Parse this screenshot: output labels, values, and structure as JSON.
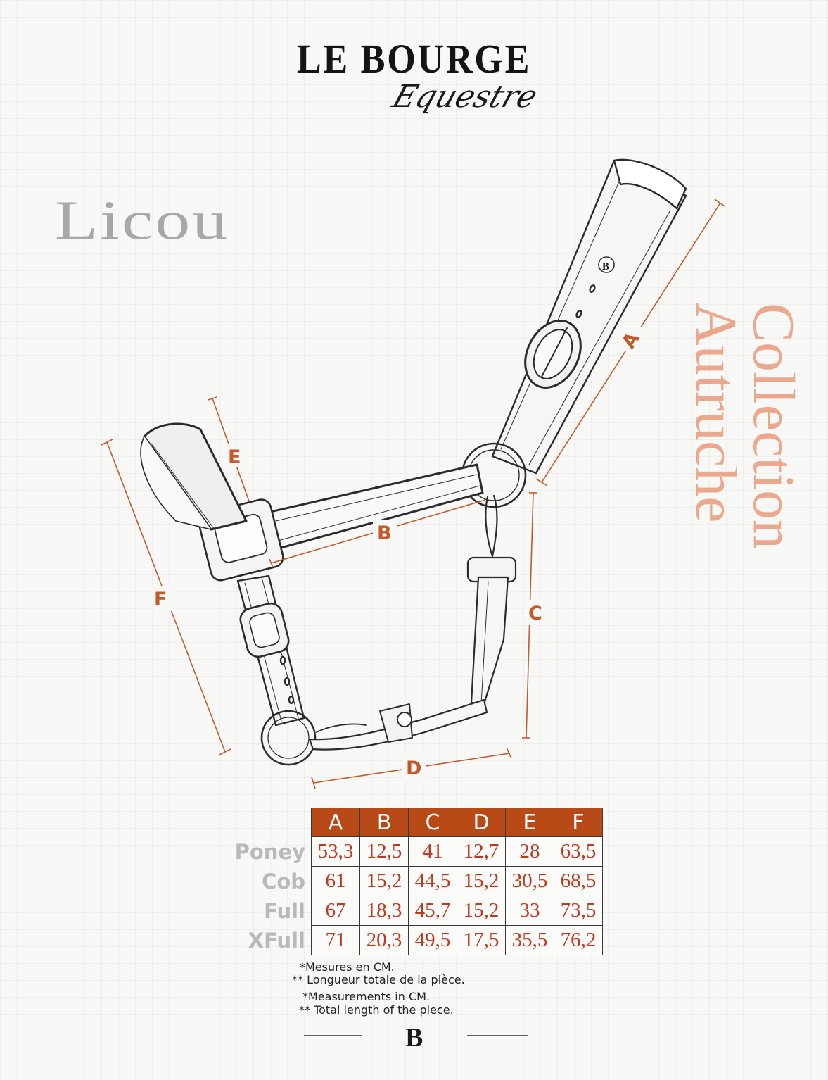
{
  "brand": {
    "name": "LE BOURGE",
    "subtitle": "Equestre",
    "monogram": "B"
  },
  "title": "Licou",
  "collection": {
    "line1": "Collection",
    "line2": "Autruche"
  },
  "diagram": {
    "dimension_labels": [
      "A",
      "B",
      "C",
      "D",
      "E",
      "F"
    ],
    "accent_color": "#c25a2a",
    "line_color": "#2b2b2b"
  },
  "table": {
    "columns": [
      "A",
      "B",
      "C",
      "D",
      "E",
      "F"
    ],
    "rows": [
      {
        "label": "Poney",
        "values": [
          "53,3",
          "12,5",
          "41",
          "12,7",
          "28",
          "63,5"
        ]
      },
      {
        "label": "Cob",
        "values": [
          "61",
          "15,2",
          "44,5",
          "15,2",
          "30,5",
          "68,5"
        ]
      },
      {
        "label": "Full",
        "values": [
          "67",
          "18,3",
          "45,7",
          "15,2",
          "33",
          "73,5"
        ]
      },
      {
        "label": "XFull",
        "values": [
          "71",
          "20,3",
          "49,5",
          "17,5",
          "35,5",
          "76,2"
        ]
      }
    ],
    "header_color": "#b84a18",
    "value_color": "#c0391f"
  },
  "notes": {
    "fr1": "*Mesures en CM.",
    "fr2": "** Longueur totale de la pièce.",
    "en1": "*Measurements in CM.",
    "en2": "** Total length of the piece."
  }
}
